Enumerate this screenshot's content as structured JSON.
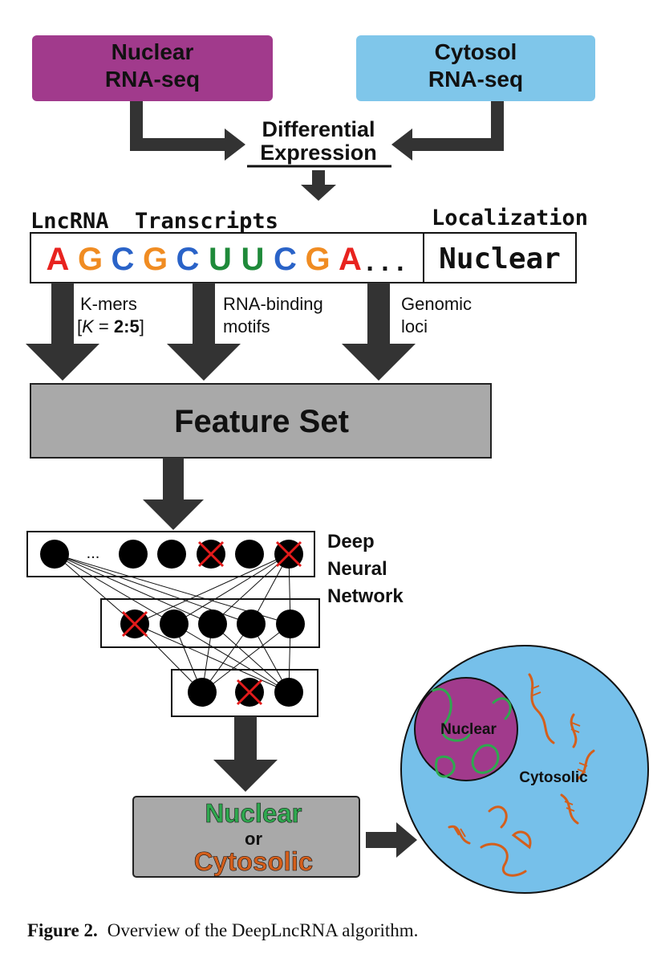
{
  "inputs": {
    "nuclear": {
      "line1": "Nuclear",
      "line2": "RNA-seq"
    },
    "cytosol": {
      "line1": "Cytosol",
      "line2": "RNA-seq"
    }
  },
  "differential": {
    "line1": "Differential",
    "line2": "Expression"
  },
  "transcripts_label": "LncRNA  Transcripts",
  "localization_label": "Localization",
  "sequence": [
    {
      "letter": "A",
      "color": "#e8231f"
    },
    {
      "letter": "G",
      "color": "#f08c22"
    },
    {
      "letter": "C",
      "color": "#2a63c8"
    },
    {
      "letter": "G",
      "color": "#f08c22"
    },
    {
      "letter": "C",
      "color": "#2a63c8"
    },
    {
      "letter": "U",
      "color": "#1f8a3a"
    },
    {
      "letter": "U",
      "color": "#1f8a3a"
    },
    {
      "letter": "C",
      "color": "#2a63c8"
    },
    {
      "letter": "G",
      "color": "#f08c22"
    },
    {
      "letter": "A",
      "color": "#e8231f"
    }
  ],
  "sequence_ellipsis": ". . .",
  "localization_value": "Nuclear",
  "features": {
    "kmers_line1": "K-mers",
    "kmers_line2_pre": "[",
    "kmers_k": "K",
    "kmers_eq": " = ",
    "kmers_range": "2:5",
    "kmers_line2_post": "]",
    "motifs_line1": "RNA-binding",
    "motifs_line2": "motifs",
    "genomic_line1": "Genomic",
    "genomic_line2": "loci"
  },
  "feature_set": "Feature Set",
  "dnn": {
    "line1": "Deep",
    "line2": "Neural",
    "line3": "Network",
    "ellipsis": "..."
  },
  "output": {
    "nuclear": "Nuclear",
    "or": "or",
    "cytosolic": "Cytosolic"
  },
  "cell": {
    "nuclear_label": "Nuclear",
    "cytosolic_label": "Cytosolic"
  },
  "caption": {
    "label": "Figure 2.",
    "text": "Overview of the DeepLncRNA algorithm."
  },
  "colors": {
    "nuclear_box": "#a13a8c",
    "cytosol_box": "#7fc6ea",
    "feature_box": "#a9a9a9",
    "arrow": "#333333",
    "nuclear_green": "#2fa84f",
    "cytosolic_orange": "#d45f1c",
    "cell_blue": "#76c0ea",
    "drop_red": "#e31b1b"
  }
}
